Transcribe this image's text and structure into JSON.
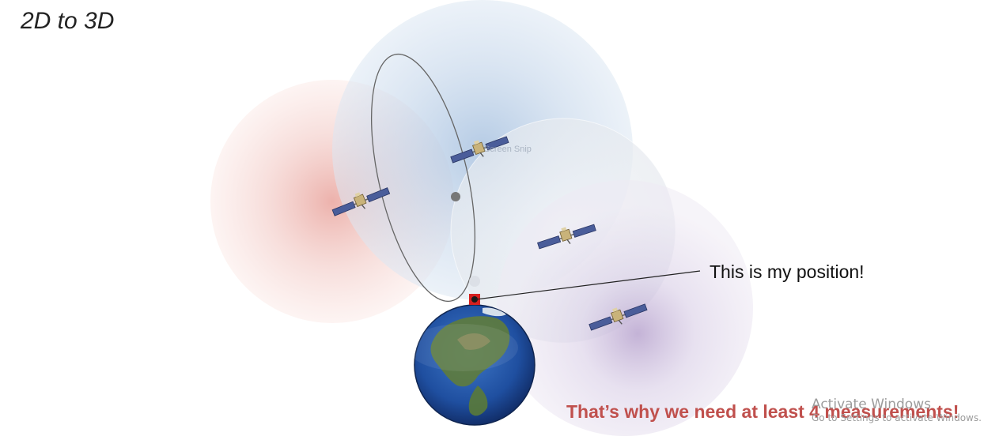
{
  "slide": {
    "title": "2D to 3D",
    "callout": "This is my position!",
    "conclusion": "That’s why we need at least 4 measurements!",
    "ghost_label": "Screen Snip"
  },
  "watermark": {
    "title": "Activate Windows",
    "subtitle": "Go to Settings to activate Windows."
  },
  "spheres": [
    {
      "name": "red-sphere",
      "color": "#e8a39c"
    },
    {
      "name": "blue-sphere",
      "color": "#a9c1de"
    },
    {
      "name": "white-sphere",
      "color": "#e6ebf1"
    },
    {
      "name": "purple-sphere",
      "color": "#cbbbd9"
    }
  ],
  "icons": {
    "satellite": "satellite-icon",
    "earth": "earth-globe-icon",
    "receiver": "receiver-marker-icon"
  }
}
